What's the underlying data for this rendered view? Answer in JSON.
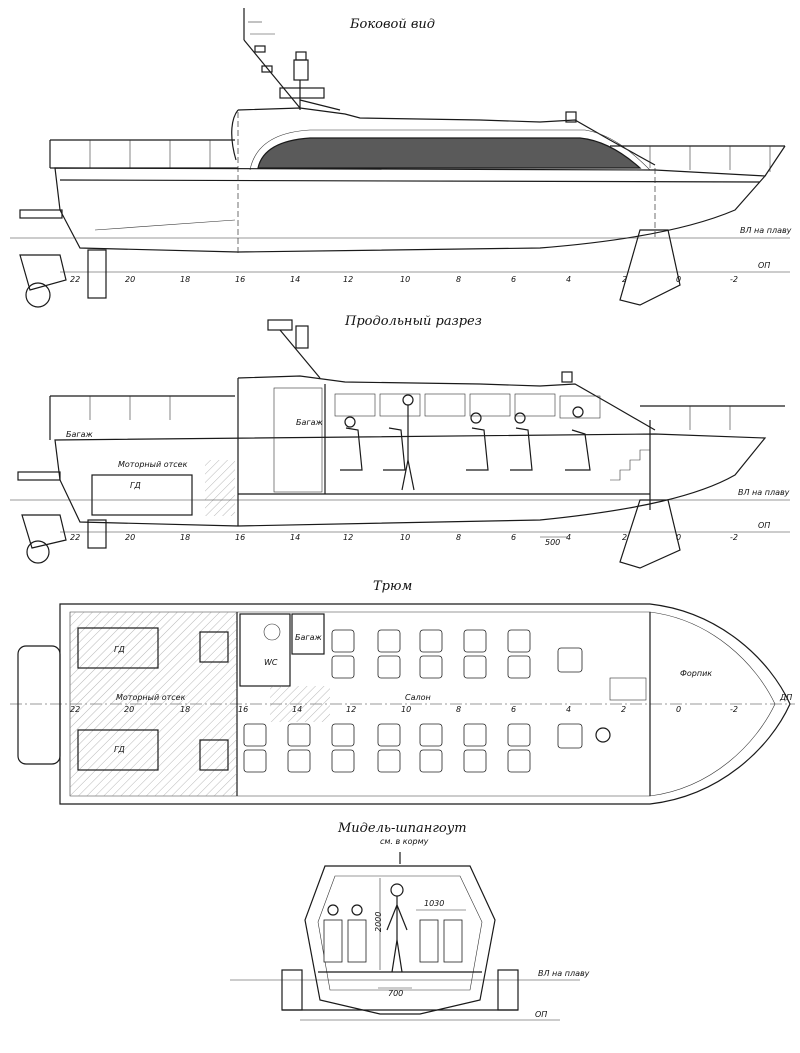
{
  "views": {
    "side": {
      "title": "Боковой вид",
      "waterline": "ВЛ на плаву",
      "baseline": "ОП"
    },
    "section": {
      "title": "Продольный разрез",
      "baggage_aft": "Багаж",
      "baggage_fwd": "Багаж",
      "engine_room": "Моторный отсек",
      "engine": "ГД",
      "waterline": "ВЛ на плаву",
      "baseline": "ОП",
      "dim_500": "500"
    },
    "hold": {
      "title": "Трюм",
      "engine_left": "ГД",
      "engine_right": "ГД",
      "engine_room": "Моторный отсек",
      "wc": "WC",
      "baggage": "Багаж",
      "salon": "Салон",
      "forepeak": "Форпик",
      "dp": "ДП"
    },
    "midship": {
      "title": "Мидель-шпангоут",
      "subtitle": "см. в корму",
      "dim_height": "2000",
      "dim_width": "1030",
      "dim_aisle": "700",
      "waterline": "ВЛ на плаву",
      "baseline": "ОП"
    }
  },
  "frames": [
    "22",
    "20",
    "18",
    "16",
    "14",
    "12",
    "10",
    "8",
    "6",
    "4",
    "2",
    "0",
    "-2"
  ],
  "frames_hold": [
    "22",
    "20",
    "18",
    "16",
    "14",
    "12",
    "10",
    "8",
    "6",
    "4",
    "2",
    "0",
    "-2"
  ]
}
